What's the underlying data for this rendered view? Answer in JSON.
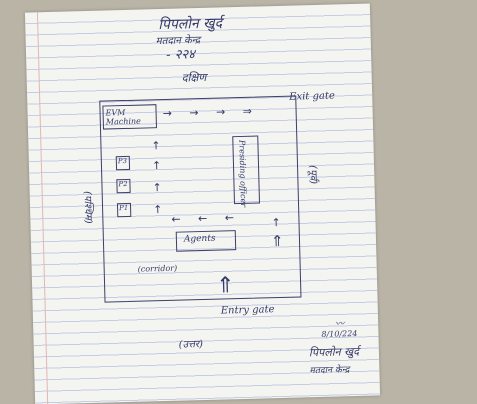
{
  "header": {
    "line1": "पिपलोन खुर्द",
    "line2": "मतदान केन्द्र",
    "line3": "- २२४"
  },
  "directions": {
    "north": "दक्षिण",
    "east": "(पूर्व)",
    "west": "(पश्चिम)",
    "south": "(उत्तर)"
  },
  "layout": {
    "evm_machine": "EVM Machine",
    "presiding_officer": "Presiding officer",
    "polling_officers": [
      "P3",
      "P2",
      "P1"
    ],
    "agents": "Agents",
    "corridor": "(corridor)",
    "exit_gate": "Exit gate",
    "entry_gate": "Entry gate"
  },
  "signature": {
    "date": "8/10/224",
    "line1": "पिपलोन खुर्द",
    "line2": "मतदान केन्द्र"
  },
  "colors": {
    "ink": "#343a68",
    "paper": "#f4f4f1",
    "rule": "#c5cde4"
  }
}
